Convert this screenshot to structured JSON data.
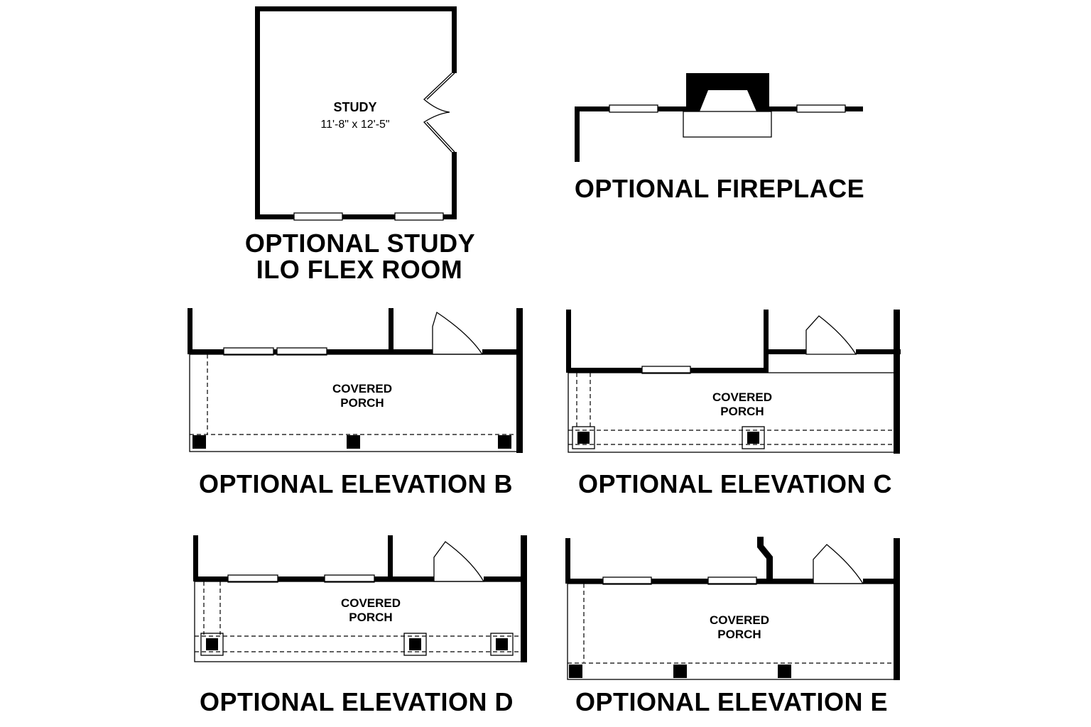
{
  "study_option": {
    "room_name": "STUDY",
    "room_dimensions": "11'-8\" x 12'-5\"",
    "title_line1": "OPTIONAL STUDY",
    "title_line2": "ILO FLEX ROOM"
  },
  "fireplace_option": {
    "title": "OPTIONAL FIREPLACE"
  },
  "elevation_b": {
    "porch_line1": "COVERED",
    "porch_line2": "PORCH",
    "title": "OPTIONAL ELEVATION B"
  },
  "elevation_c": {
    "porch_line1": "COVERED",
    "porch_line2": "PORCH",
    "title": "OPTIONAL ELEVATION C"
  },
  "elevation_d": {
    "porch_line1": "COVERED",
    "porch_line2": "PORCH",
    "title": "OPTIONAL ELEVATION D"
  },
  "elevation_e": {
    "porch_line1": "COVERED",
    "porch_line2": "PORCH",
    "title": "OPTIONAL ELEVATION E"
  },
  "colors": {
    "ink": "#000000",
    "paper": "#ffffff"
  }
}
